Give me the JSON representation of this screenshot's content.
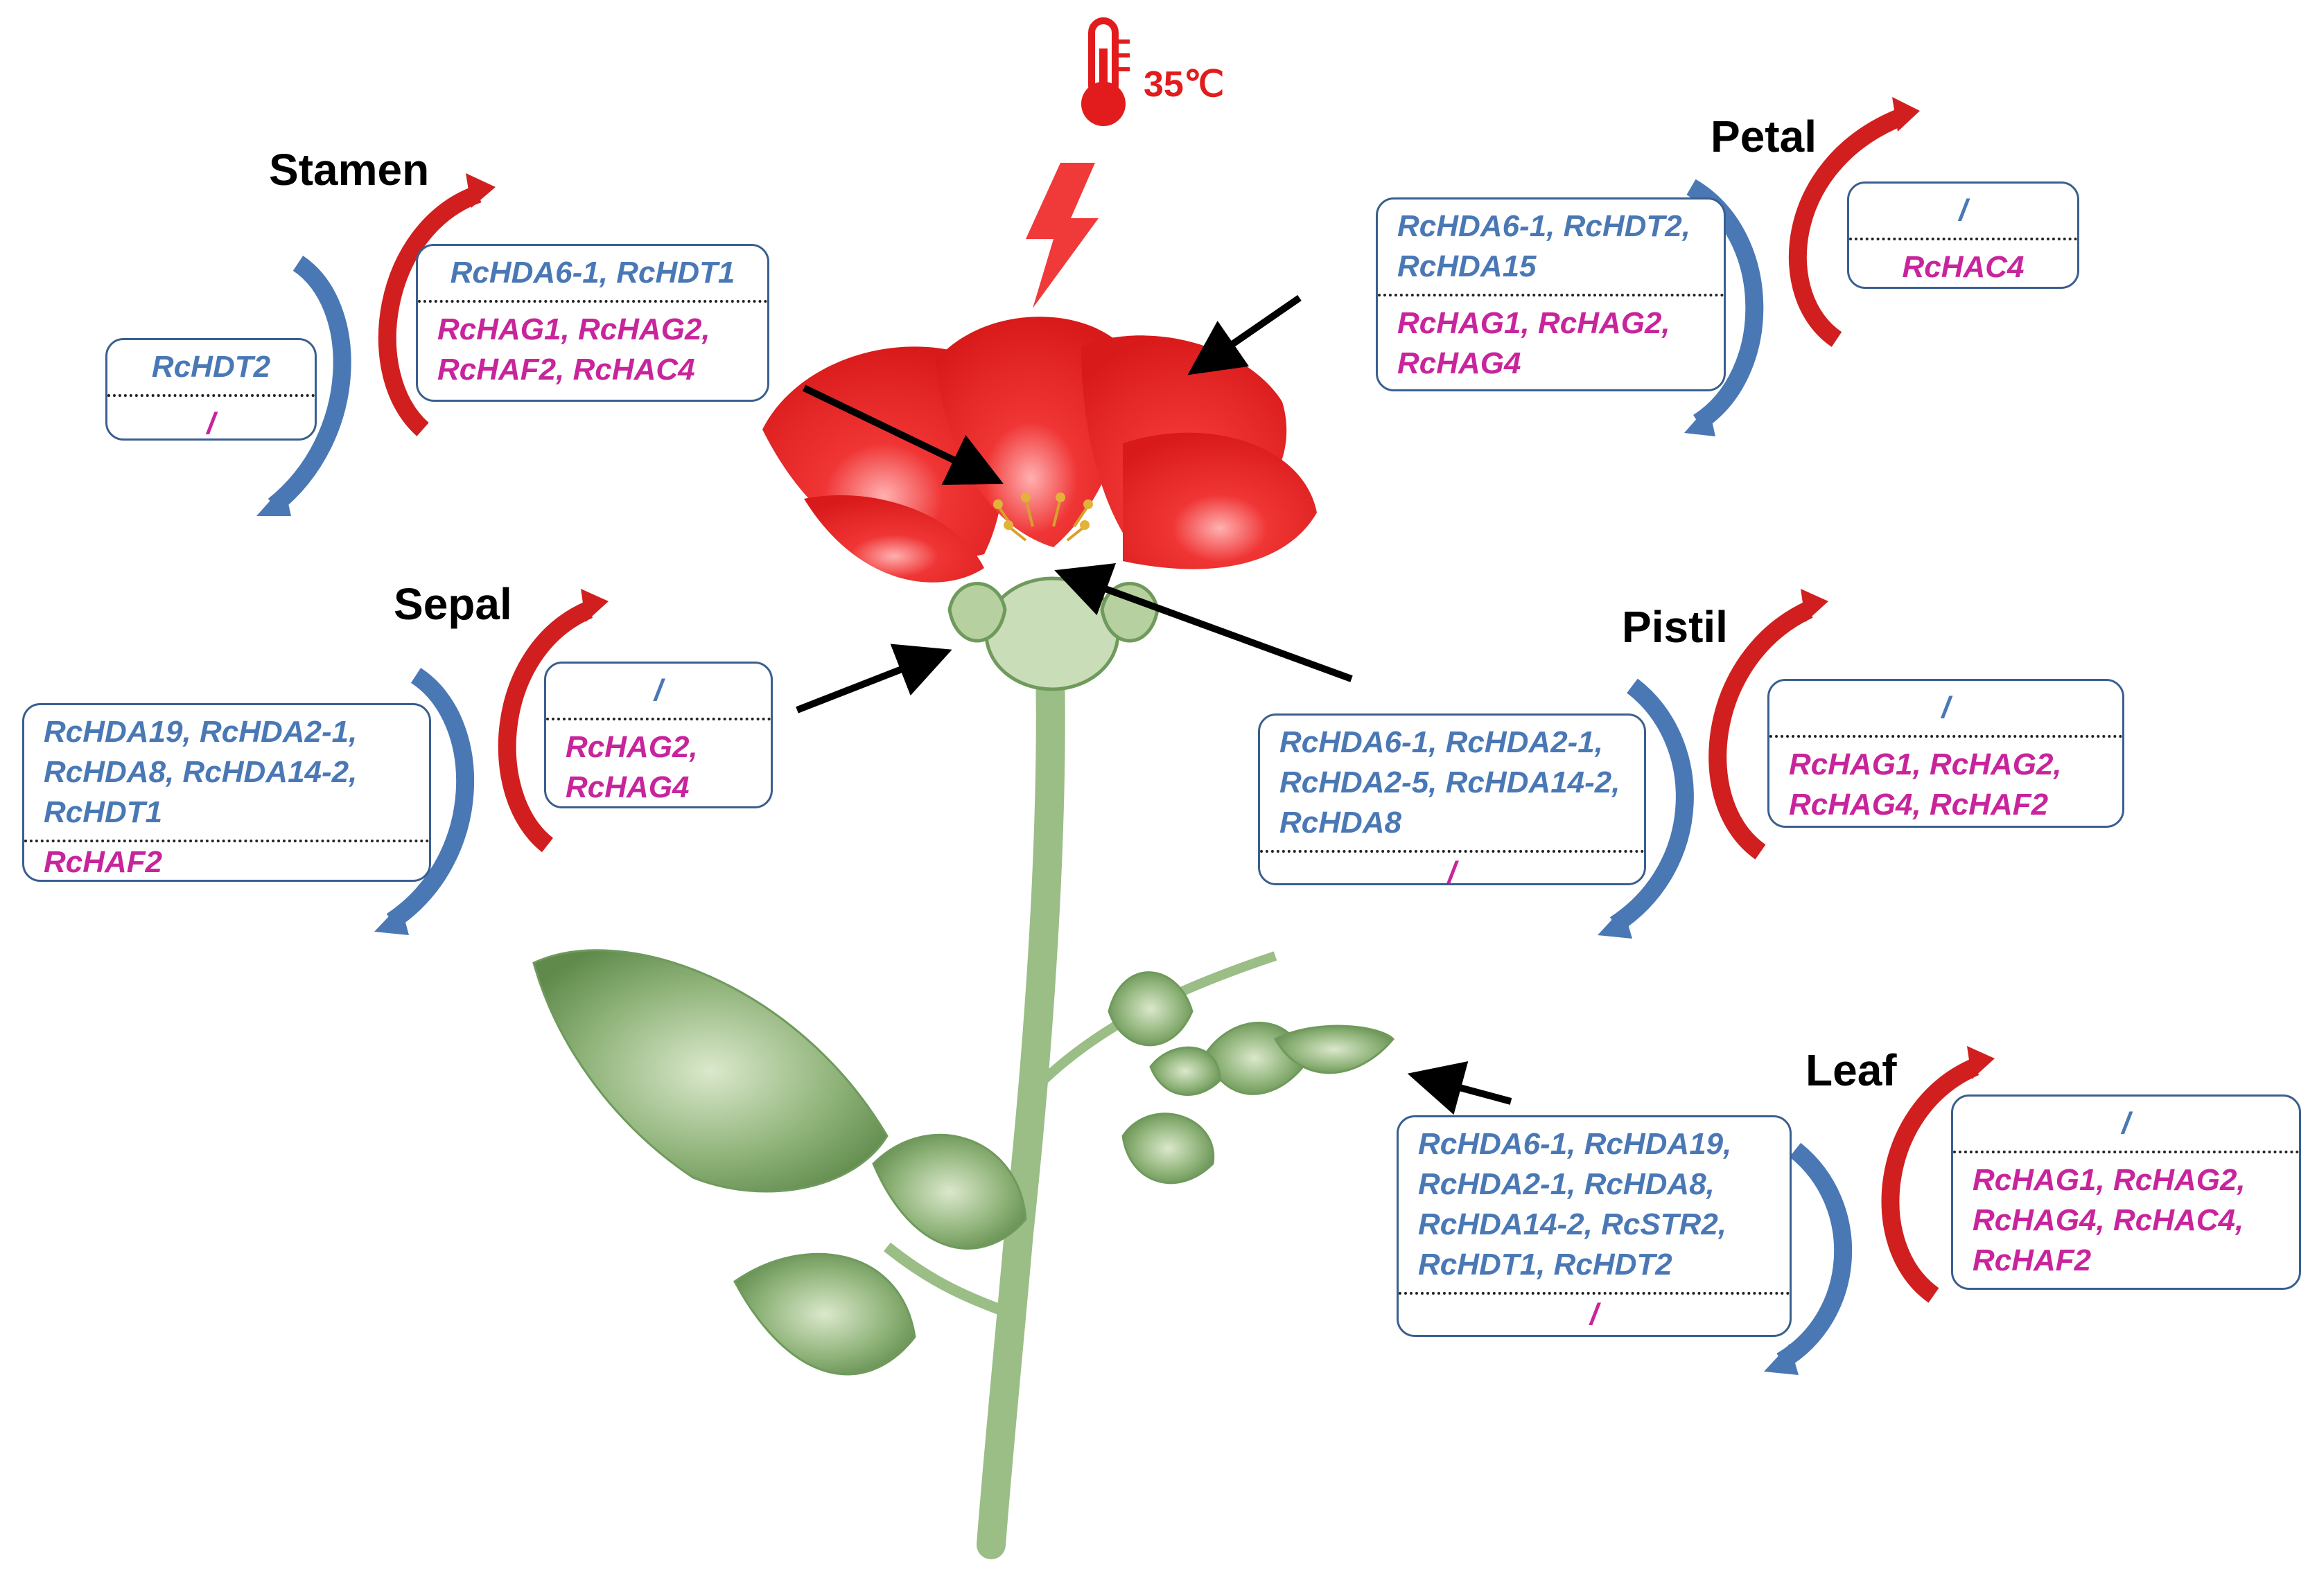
{
  "stress": {
    "temperature": "35℃",
    "colors": {
      "heat": "#e21c1c"
    }
  },
  "colors": {
    "down": "#4a78b5",
    "up": "#c8249c",
    "petal": "#e52a2a",
    "leaf": "#6f9a5c",
    "stem": "#9bbd86"
  },
  "legend_icons": [
    "thermometer-icon",
    "lightning-icon",
    "down-arrow-blue",
    "up-arrow-red"
  ],
  "organs": [
    {
      "name": "Stamen",
      "hdac_box": {
        "down": "RcHDT2",
        "up": "/"
      },
      "hat_box": {
        "down": "RcHDA6-1, RcHDT1",
        "up": [
          "RcHAG1,   RcHAG2,",
          "RcHAF2,   RcHAC4"
        ]
      }
    },
    {
      "name": "Petal",
      "hdac_box": {
        "down": [
          "RcHDA6-1, RcHDT2,",
          "RcHDA15"
        ],
        "up": [
          "RcHAG1,   RcHAG2,",
          "RcHAG4"
        ]
      },
      "hat_box": {
        "down": "/",
        "up": "RcHAC4"
      }
    },
    {
      "name": "Sepal",
      "hdac_box": {
        "down": [
          "RcHDA19,  RcHDA2-1,",
          "RcHDA8,  RcHDA14-2,",
          "RcHDT1"
        ],
        "up": "RcHAF2"
      },
      "hat_box": {
        "down": "/",
        "up": [
          "RcHAG2,",
          "RcHAG4"
        ]
      }
    },
    {
      "name": "Pistil",
      "hdac_box": {
        "down": [
          "RcHDA6-1,   RcHDA2-1,",
          "RcHDA2-5, RcHDA14-2,",
          "RcHDA8"
        ],
        "up": "/"
      },
      "hat_box": {
        "down": "/",
        "up": [
          "RcHAG1, RcHAG2,",
          "RcHAG4, RcHAF2"
        ]
      }
    },
    {
      "name": "Leaf",
      "hdac_box": {
        "down": [
          "RcHDA6-1,  RcHDA19,",
          "RcHDA2-1,   RcHDA8,",
          "RcHDA14-2, RcSTR2,",
          "RcHDT1, RcHDT2"
        ],
        "up": "/"
      },
      "hat_box": {
        "down": "/",
        "up": [
          "RcHAG1, RcHAG2,",
          "RcHAG4, RcHAC4,",
          "RcHAF2"
        ]
      }
    }
  ]
}
